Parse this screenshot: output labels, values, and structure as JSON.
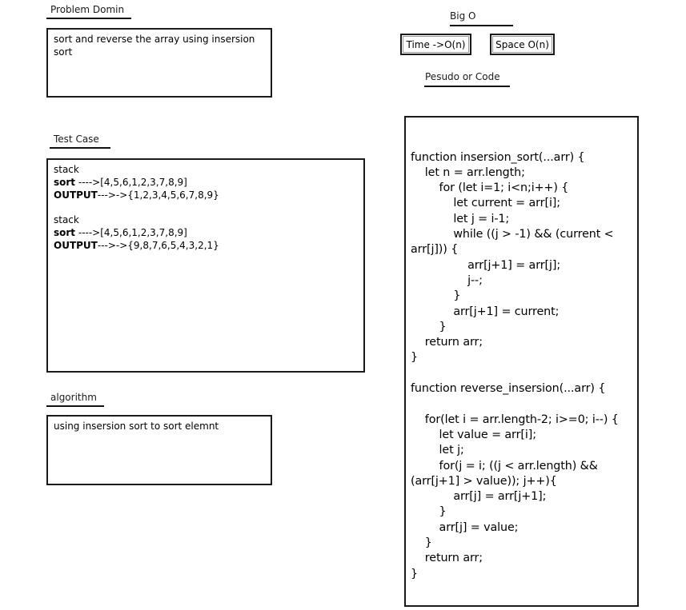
{
  "problem_domain": {
    "heading": "Problem Domin",
    "text": "sort and reverse the array using insersion sort"
  },
  "test_case": {
    "heading": "Test Case",
    "groups": [
      {
        "stack_label": "stack",
        "sort_label": "sort",
        "sort_value": " ---->[4,5,6,1,2,3,7,8,9]",
        "output_label": "OUTPUT",
        "output_value": "--->->{1,2,3,4,5,6,7,8,9}"
      },
      {
        "stack_label": "stack",
        "sort_label": "sort",
        "sort_value": " ---->[4,5,6,1,2,3,7,8,9]",
        "output_label": "OUTPUT",
        "output_value": "--->->{9,8,7,6,5,4,3,2,1}"
      }
    ]
  },
  "algorithm": {
    "heading": "algorithm",
    "text": "using insersion sort to sort elemnt"
  },
  "big_o": {
    "heading": "Big O",
    "time": "Time ->O(n)",
    "space": "Space O(n)"
  },
  "pseudo": {
    "heading": "Pesudo or Code",
    "lines": [
      "function insersion_sort(...arr) {",
      "    let n = arr.length;",
      "        for (let i=1; i<n;i++) {",
      "            let current = arr[i];",
      "            let j = i-1;",
      "            while ((j > -1) && (current <",
      "arr[j])) {",
      "                arr[j+1] = arr[j];",
      "                j--;",
      "            }",
      "            arr[j+1] = current;",
      "        }",
      "    return arr;",
      "}",
      "",
      "function reverse_insersion(...arr) {",
      "",
      "    for(let i = arr.length-2; i>=0; i--) {",
      "        let value = arr[i];",
      "        let j;",
      "        for(j = i; ((j < arr.length) &&",
      "(arr[j+1] > value)); j++){",
      "            arr[j] = arr[j+1];",
      "        }",
      "        arr[j] = value;",
      "    }",
      "    return arr;",
      "}"
    ]
  }
}
